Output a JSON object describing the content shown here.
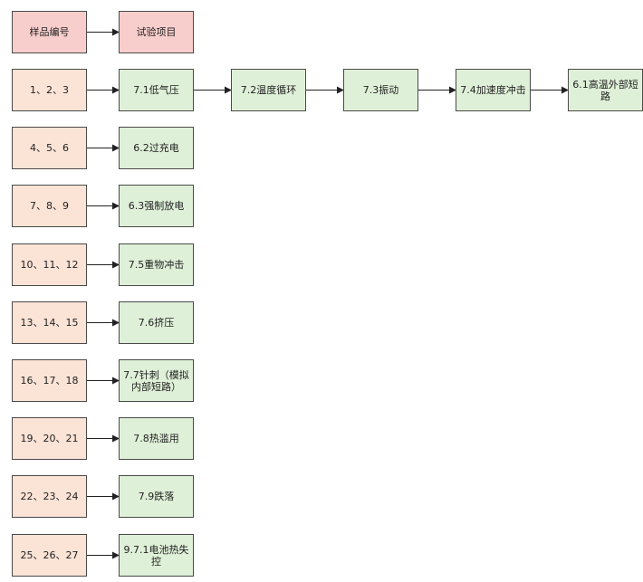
{
  "header": {
    "sample_label": "样品编号",
    "test_label": "试验项目"
  },
  "rows": [
    {
      "samples": "1、2、3",
      "tests": [
        "7.1低气压",
        "7.2温度循环",
        "7.3振动",
        "7.4加速度冲击",
        "6.1高温外部短路"
      ]
    },
    {
      "samples": "4、5、6",
      "tests": [
        "6.2过充电"
      ]
    },
    {
      "samples": "7、8、9",
      "tests": [
        "6.3强制放电"
      ]
    },
    {
      "samples": "10、11、12",
      "tests": [
        "7.5重物冲击"
      ]
    },
    {
      "samples": "13、14、15",
      "tests": [
        "7.6挤压"
      ]
    },
    {
      "samples": "16、17、18",
      "tests": [
        "7.7针刺（模拟内部短路）"
      ]
    },
    {
      "samples": "19、20、21",
      "tests": [
        "7.8热滥用"
      ]
    },
    {
      "samples": "22、23、24",
      "tests": [
        "7.9跌落"
      ]
    },
    {
      "samples": "25、26、27",
      "tests": [
        "9.7.1电池热失控"
      ]
    }
  ],
  "colors": {
    "header_fill": "#f8cecc",
    "sample_fill": "#fbe3d6",
    "test_fill": "#dff0d8",
    "border": "#4a4a4a"
  }
}
